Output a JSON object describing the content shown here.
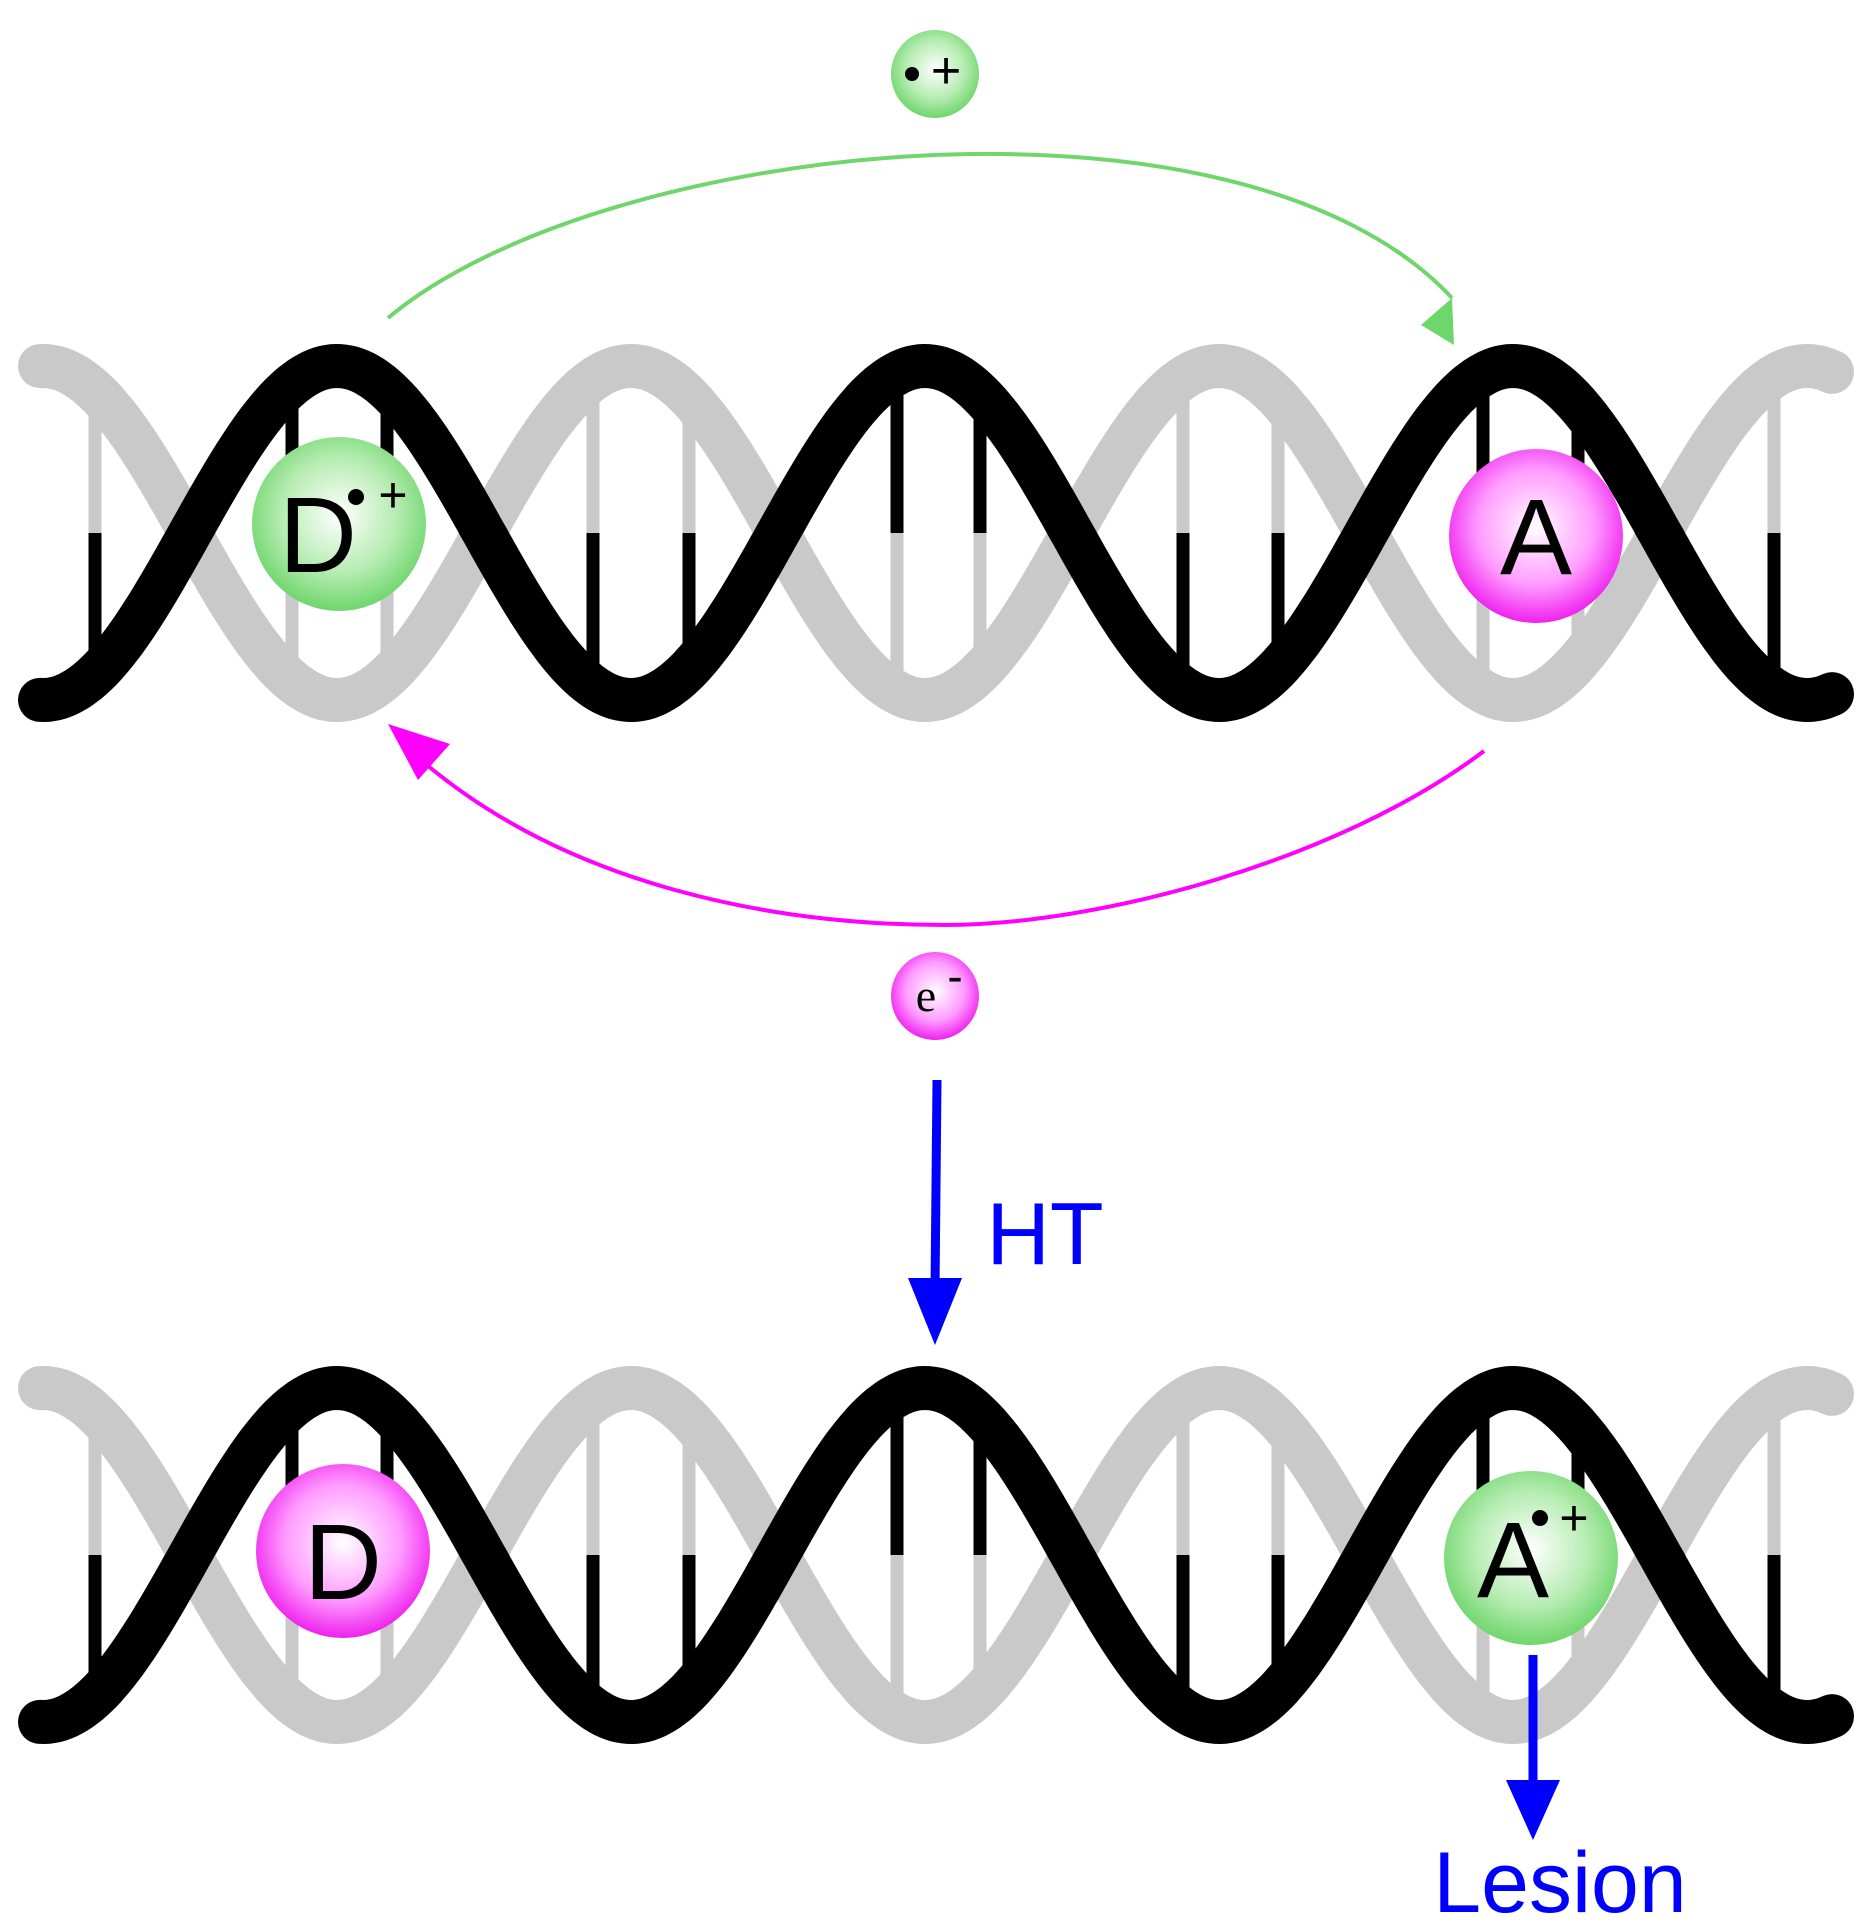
{
  "colors": {
    "strand_dark": "#000000",
    "strand_light": "#c8c9c8",
    "hole_green": "#6fd66c",
    "electron_magenta": "#ff00ff",
    "ht_blue": "#0000ff"
  },
  "top_helix": {
    "donor": {
      "letter": "D",
      "charge": "+",
      "state": "radical-cation"
    },
    "acceptor": {
      "letter": "A",
      "charge": "",
      "state": "neutral"
    }
  },
  "bottom_helix": {
    "donor": {
      "letter": "D",
      "charge": "",
      "state": "neutral"
    },
    "acceptor": {
      "letter": "A",
      "charge": "+",
      "state": "radical-cation"
    }
  },
  "hole_particle": {
    "charge": "+"
  },
  "electron_particle": {
    "symbol": "e",
    "charge": "-"
  },
  "ht_label": "HT",
  "lesion_label": "Lesion"
}
